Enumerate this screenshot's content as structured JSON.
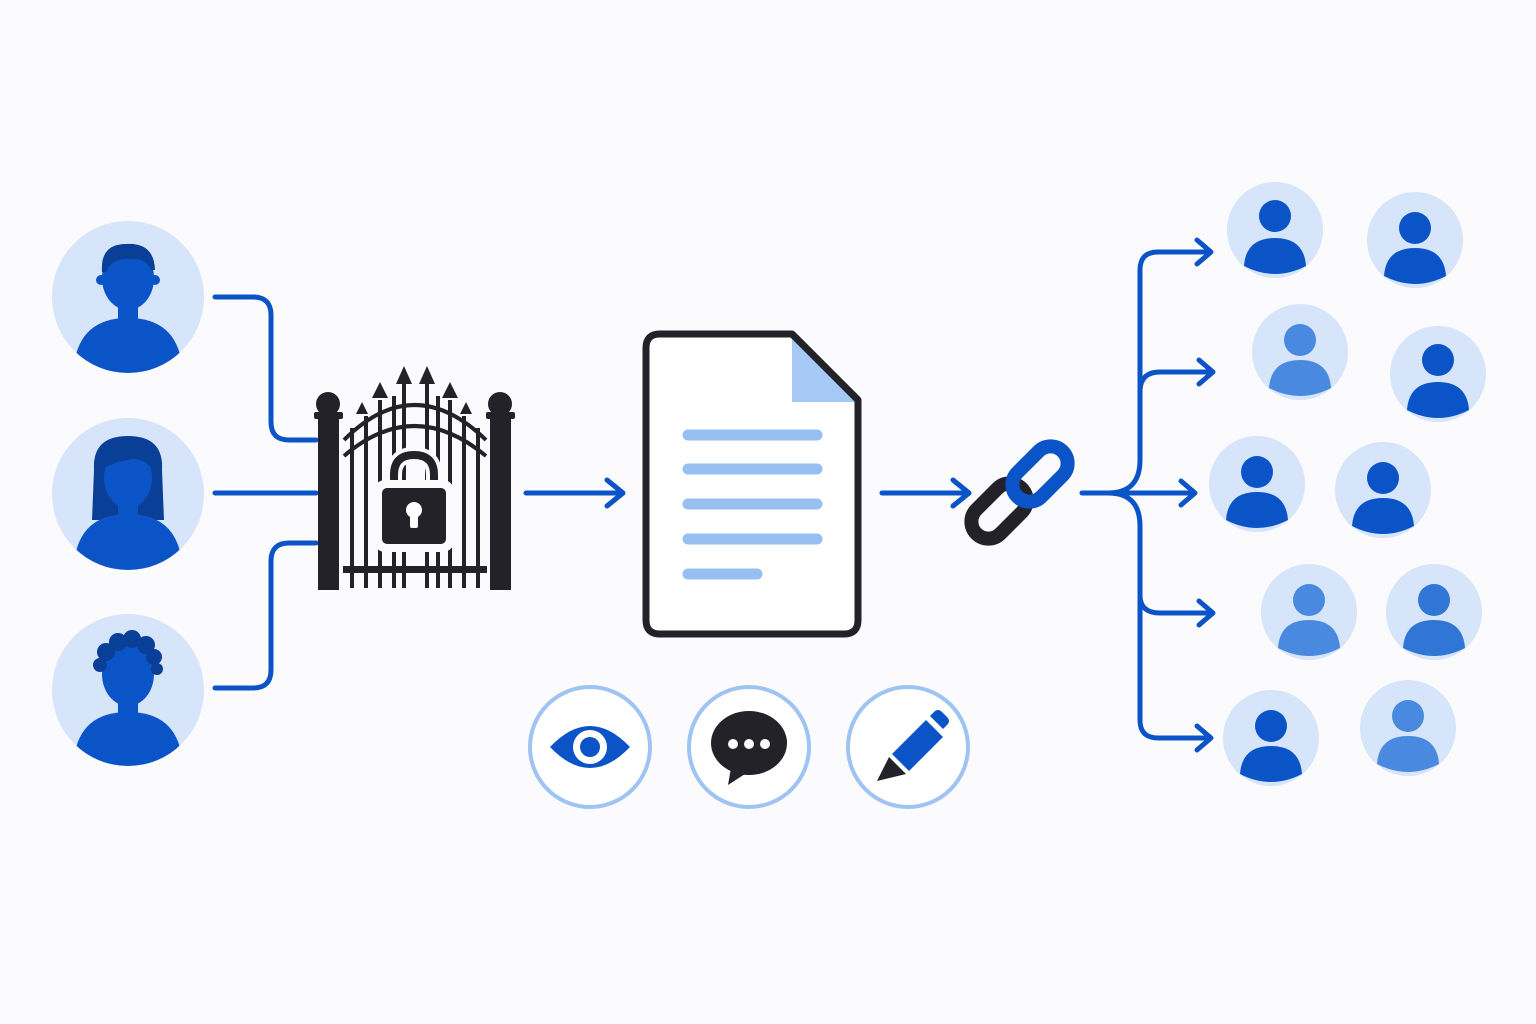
{
  "colors": {
    "background": "#fbfafc",
    "primary_blue": "#0b54c7",
    "light_circle": "#d6e5fa",
    "medium_blue": "#4a89e0",
    "soft_blue_line": "#98bff2",
    "ring_blue": "#9fc4f3",
    "dark_ink": "#222228",
    "doc_fill": "#ffffff"
  },
  "diagram": {
    "owners": [
      {
        "name": "owner-short-hair",
        "icon": "person-icon"
      },
      {
        "name": "owner-long-hair",
        "icon": "person-icon"
      },
      {
        "name": "owner-curly-hair",
        "icon": "person-icon"
      }
    ],
    "gate": {
      "icon": "locked-gate-icon"
    },
    "document": {
      "icon": "document-icon",
      "text_lines": 5
    },
    "permissions": [
      {
        "name": "view",
        "icon": "eye-icon"
      },
      {
        "name": "comment",
        "icon": "speech-bubble-icon"
      },
      {
        "name": "edit",
        "icon": "pencil-icon"
      }
    ],
    "share_link": {
      "icon": "chain-link-icon"
    },
    "recipients": {
      "count": 10,
      "icon": "person-icon"
    }
  }
}
